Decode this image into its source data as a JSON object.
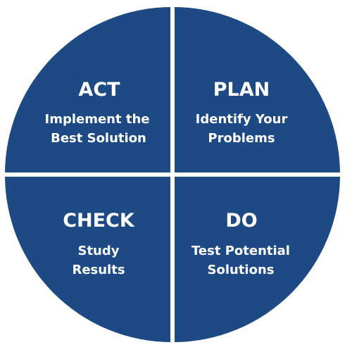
{
  "colors": {
    "segment_fill": "#1d4a85",
    "divider": "#ffffff",
    "text": "#ffffff"
  },
  "quadrants": [
    {
      "title": "ACT",
      "lines": [
        "Implement the",
        "Best Solution"
      ]
    },
    {
      "title": "PLAN",
      "lines": [
        "Identify Your",
        "Problems"
      ]
    },
    {
      "title": "CHECK",
      "lines": [
        "Study",
        "Results"
      ]
    },
    {
      "title": "DO",
      "lines": [
        "Test Potential",
        "Solutions"
      ]
    }
  ]
}
